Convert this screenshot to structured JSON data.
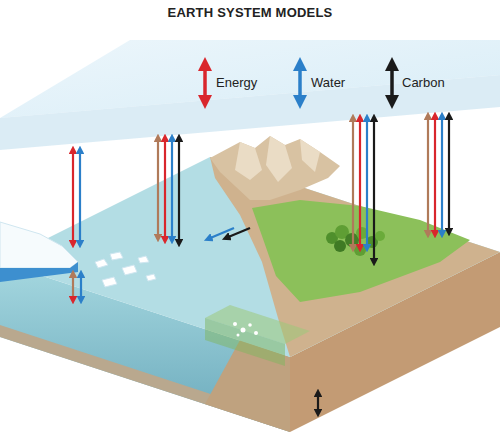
{
  "diagram": {
    "title": "EARTH SYSTEM MODELS",
    "legend": [
      {
        "text": "Energy"
      },
      {
        "text": "Water"
      },
      {
        "text": "Carbon"
      }
    ]
  }
}
